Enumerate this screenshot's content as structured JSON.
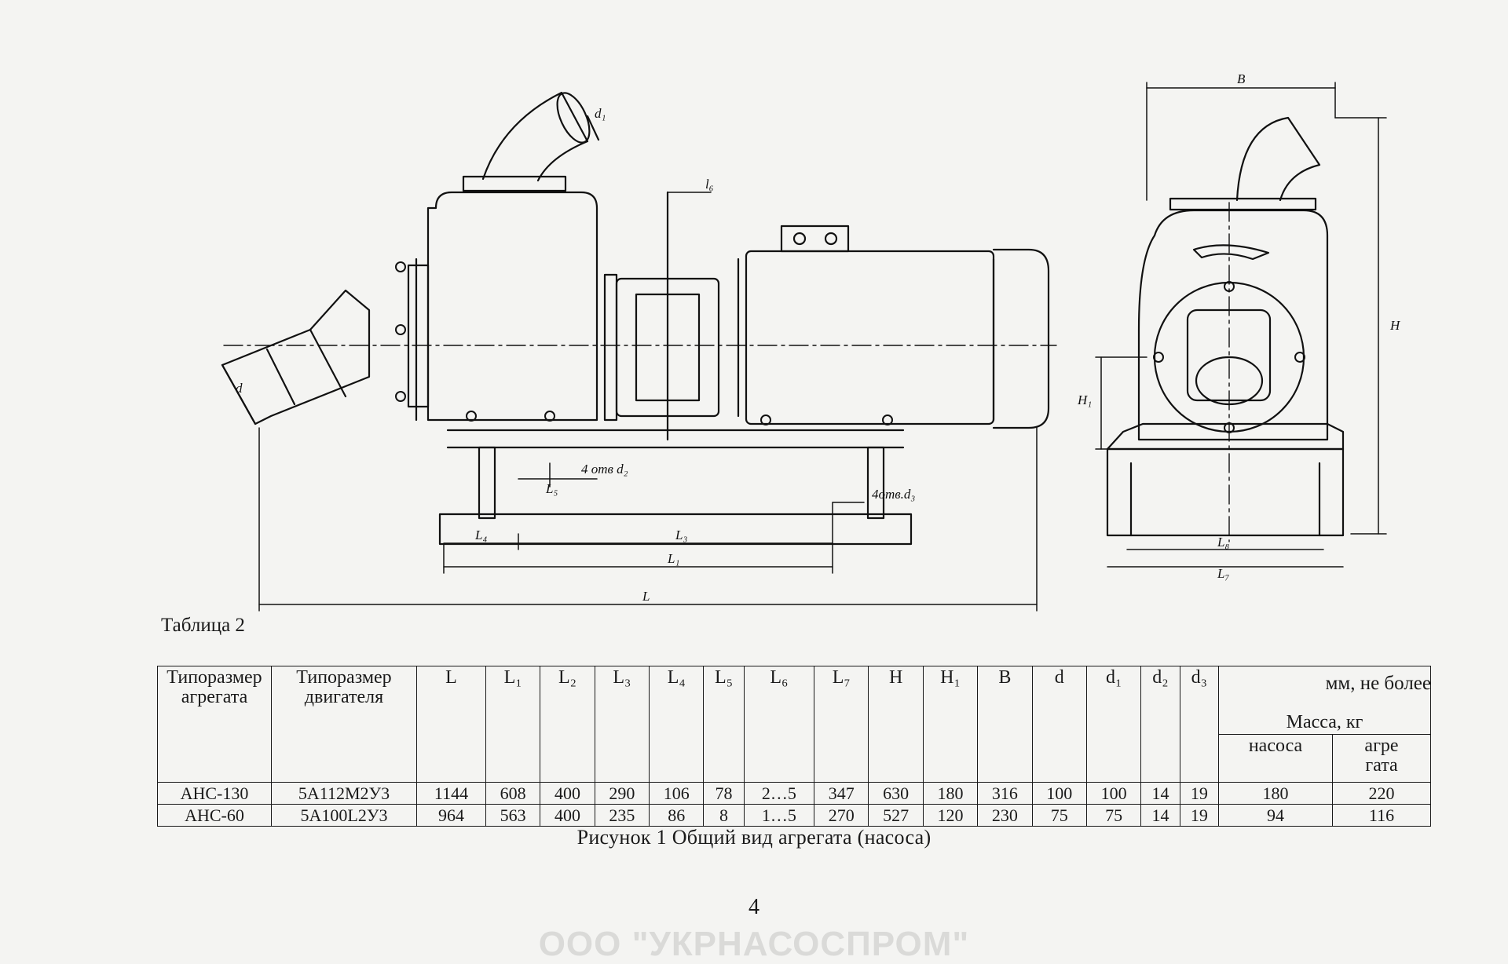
{
  "drawing": {
    "labels": {
      "l6": "l₆",
      "d1": "d₁",
      "d": "d",
      "d2_note": "4 отв d₂",
      "d3_note": "4отв.d₃",
      "l5": "L₅",
      "l4": "L₄",
      "l3": "L₃",
      "l1": "L₁",
      "l": "L",
      "b": "B",
      "h": "H",
      "h1": "H₁",
      "l8": "L₈",
      "l7": "L₇"
    }
  },
  "table": {
    "caption": "Таблица 2",
    "units_note": "мм, не более",
    "headers": {
      "agg_size": [
        "Типоразмер",
        "агрегата"
      ],
      "engine_size": [
        "Типоразмер",
        "двигателя"
      ],
      "dims": [
        "L",
        "L₁",
        "L₂",
        "L₃",
        "L₄",
        "L₅",
        "L₆",
        "L₇",
        "H",
        "H₁",
        "B",
        "d",
        "d₁",
        "d₂",
        "d₃"
      ],
      "mass": "Масса, кг",
      "mass_pump": "насоса",
      "mass_unit": [
        "агре",
        "гата"
      ]
    },
    "rows": [
      {
        "agg": "АНС-130",
        "engine": "5А112М2У3",
        "values": [
          "1144",
          "608",
          "400",
          "290",
          "106",
          "78",
          "2…5",
          "347",
          "630",
          "180",
          "316",
          "100",
          "100",
          "14",
          "19"
        ],
        "mass_pump": "180",
        "mass_unit": "220"
      },
      {
        "agg": "АНС-60",
        "engine": "5А100L2У3",
        "values": [
          "964",
          "563",
          "400",
          "235",
          "86",
          "8",
          "1…5",
          "270",
          "527",
          "120",
          "230",
          "75",
          "75",
          "14",
          "19"
        ],
        "mass_pump": "94",
        "mass_unit": "116"
      }
    ]
  },
  "figure_caption": "Рисунок 1 Общий вид агрегата (насоса)",
  "page_number": "4",
  "watermark": "ООО \"УКРНАСОСПРОМ\""
}
